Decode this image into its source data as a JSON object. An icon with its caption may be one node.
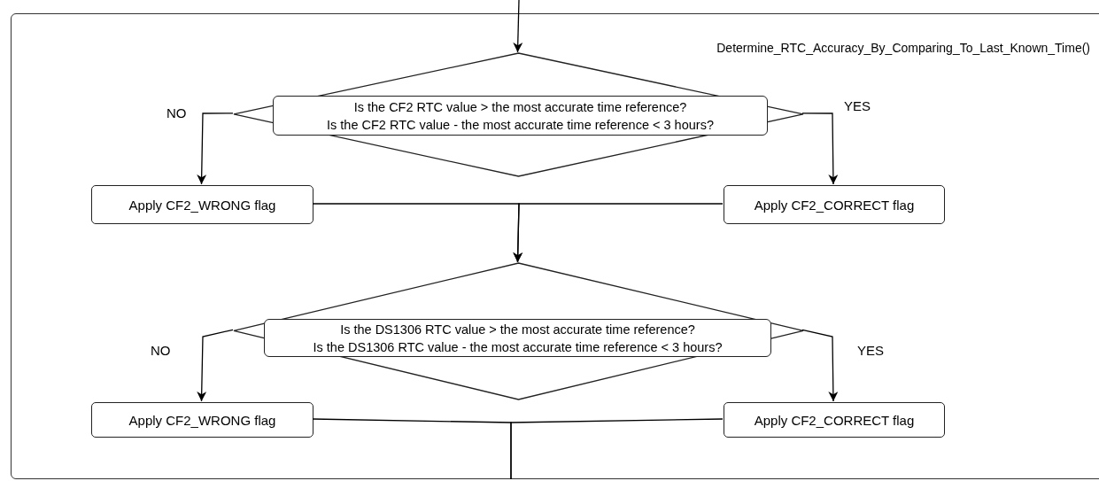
{
  "diagram": {
    "nodes": [
      {
        "text": [
          "Determine_RTC_Accuracy_By_Comparing_To_Last_Known_Time()"
        ]
      },
      {
        "text": [
          "Is the CF2 RTC value > the most accurate time reference?",
          "Is the CF2 RTC value - the most accurate time reference < 3 hours?"
        ],
        "in": 0
      },
      {
        "text": [
          "Apply CF2_WRONG flag"
        ],
        "in": 0
      },
      {
        "text": [
          "Apply CF2_CORRECT flag"
        ],
        "in": 0
      },
      {
        "text": [
          "Is the DS1306 RTC value > the most accurate time reference?",
          "Is the DS1306 RTC value - the most accurate time reference < 3 hours?"
        ],
        "in": 0
      },
      {
        "text": [
          "Apply CF2_WRONG flag"
        ],
        "in": 0
      },
      {
        "text": [
          "Apply CF2_CORRECT flag"
        ],
        "in": 0
      }
    ],
    "edges": [
      {
        "from": null,
        "to": 1,
        "arrow": "to"
      },
      {
        "from": 1,
        "to": 2,
        "arrow": "to",
        "label": "NO"
      },
      {
        "from": 1,
        "to": 3,
        "arrow": "to",
        "label": "YES"
      },
      {
        "from": 2,
        "to": 4,
        "arrow": "to"
      },
      {
        "from": 3,
        "to": 4,
        "arrow": "to"
      },
      {
        "from": 4,
        "to": 5,
        "arrow": "to",
        "label": "NO"
      },
      {
        "from": 4,
        "to": 6,
        "arrow": "to",
        "label": "YES"
      },
      {
        "from": 5,
        "to": null,
        "arrow": "none"
      },
      {
        "from": 6,
        "to": null,
        "arrow": "none"
      }
    ]
  }
}
